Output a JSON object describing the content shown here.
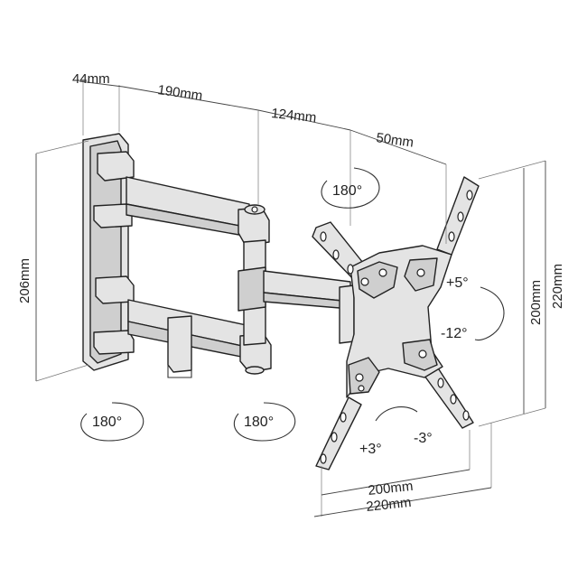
{
  "dimensions": {
    "wall_plate_depth": "44mm",
    "arm_length_1": "190mm",
    "arm_length_2": "124mm",
    "head_offset": "50mm",
    "wall_plate_height": "206mm",
    "vesa_vertical_inner": "200mm",
    "vesa_vertical_outer": "220mm",
    "vesa_horizontal_inner": "200mm",
    "vesa_horizontal_outer": "220mm"
  },
  "rotations": {
    "swivel_top": "180°",
    "swivel_wall": "180°",
    "swivel_elbow": "180°",
    "tilt_up": "+5°",
    "tilt_down": "-12°",
    "level_plus": "+3°",
    "level_minus": "-3°"
  },
  "colors": {
    "line": "#222222",
    "fill": "#e4e4e4",
    "dim": "#444444"
  }
}
